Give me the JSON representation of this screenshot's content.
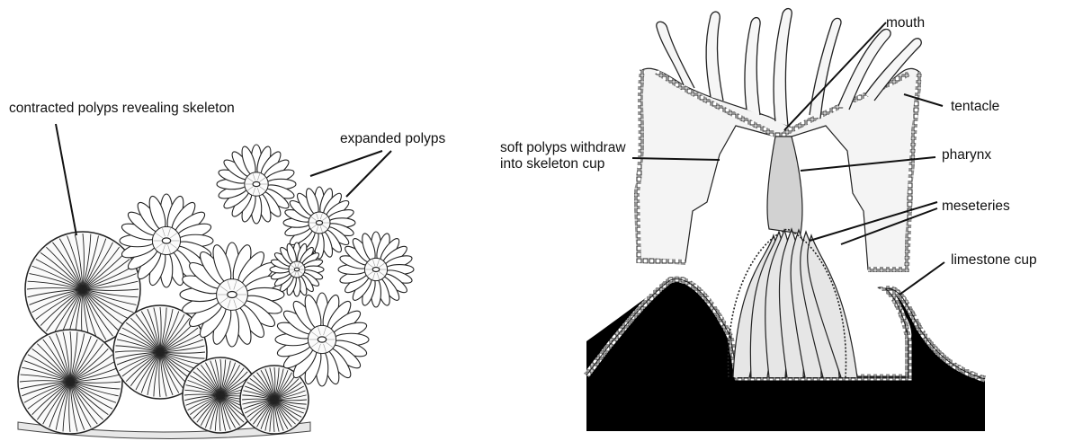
{
  "left_panel": {
    "labels": {
      "contracted": "contracted polyps revealing skeleton",
      "expanded": "expanded polyps"
    }
  },
  "right_panel": {
    "labels": {
      "mouth": "mouth",
      "tentacle": "tentacle",
      "soft_withdraw_line1": "soft polyps withdraw",
      "soft_withdraw_line2": "into skeleton cup",
      "pharynx": "pharynx",
      "meseteries": "meseteries",
      "limestone_cup": "limestone cup"
    }
  },
  "colors": {
    "ink": "#111111",
    "skeleton": "#000000",
    "background": "#ffffff"
  }
}
